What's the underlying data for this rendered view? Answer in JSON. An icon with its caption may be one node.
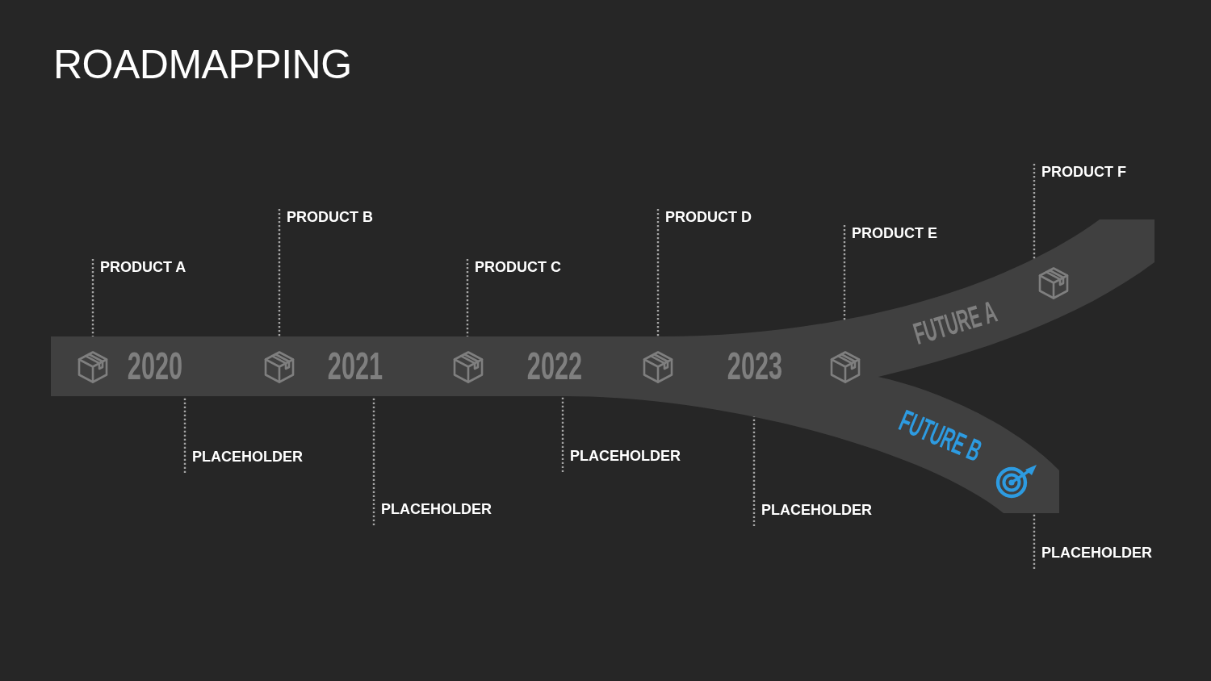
{
  "diagram": {
    "title": "ROADMAPPING",
    "nodes": [
      {
        "text": [
          "2020",
          "2021",
          "2022",
          "2023",
          "FUTURE A",
          "FUTURE B"
        ]
      },
      {
        "text": [
          "PRODUCT A"
        ]
      },
      {
        "text": [
          "PRODUCT B"
        ]
      },
      {
        "text": [
          "PRODUCT C"
        ]
      },
      {
        "text": [
          "PRODUCT D"
        ]
      },
      {
        "text": [
          "PRODUCT E"
        ]
      },
      {
        "text": [
          "PRODUCT F"
        ]
      },
      {
        "text": [
          "PLACEHOLDER"
        ]
      },
      {
        "text": [
          "PLACEHOLDER"
        ]
      },
      {
        "text": [
          "PLACEHOLDER"
        ]
      },
      {
        "text": [
          "PLACEHOLDER"
        ]
      },
      {
        "text": [
          "PLACEHOLDER"
        ]
      }
    ],
    "edges": [
      {
        "from": 1,
        "to": 0,
        "arrow": "none",
        "style": "dashed"
      },
      {
        "from": 2,
        "to": 0,
        "arrow": "none",
        "style": "dashed"
      },
      {
        "from": 3,
        "to": 0,
        "arrow": "none",
        "style": "dashed"
      },
      {
        "from": 4,
        "to": 0,
        "arrow": "none",
        "style": "dashed"
      },
      {
        "from": 5,
        "to": 0,
        "arrow": "none",
        "style": "dashed"
      },
      {
        "from": 6,
        "to": 0,
        "arrow": "none",
        "style": "dashed"
      },
      {
        "from": 7,
        "to": 0,
        "arrow": "none",
        "style": "dashed"
      },
      {
        "from": 8,
        "to": 0,
        "arrow": "none",
        "style": "dashed"
      },
      {
        "from": 9,
        "to": 0,
        "arrow": "none",
        "style": "dashed"
      },
      {
        "from": 10,
        "to": 0,
        "arrow": "none",
        "style": "dashed"
      },
      {
        "from": 11,
        "to": 0,
        "arrow": "none",
        "style": "dashed"
      }
    ]
  }
}
